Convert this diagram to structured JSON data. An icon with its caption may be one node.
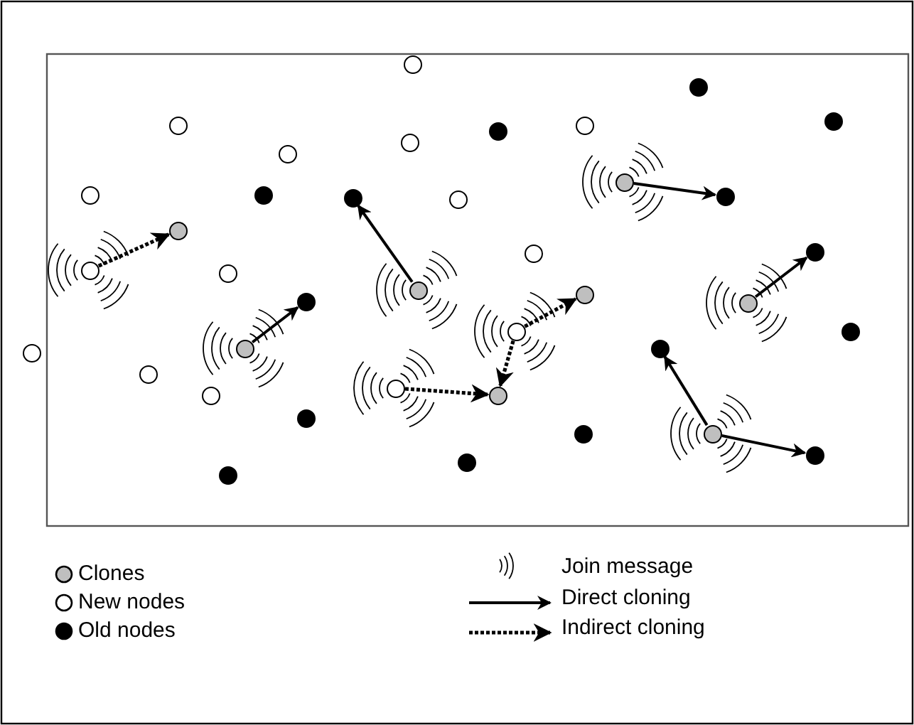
{
  "diagram": {
    "nodes": [
      {
        "text": [],
        "shape": "circle"
      },
      {
        "text": [],
        "shape": "circle"
      },
      {
        "text": [],
        "shape": "circle"
      },
      {
        "text": [],
        "shape": "circle"
      },
      {
        "text": [],
        "shape": "circle"
      },
      {
        "text": [],
        "shape": "circle"
      },
      {
        "text": [],
        "shape": "circle"
      },
      {
        "text": [],
        "shape": "circle"
      },
      {
        "text": [],
        "shape": "circle"
      },
      {
        "text": [],
        "shape": "circle"
      },
      {
        "text": [],
        "shape": "circle"
      },
      {
        "text": [],
        "shape": "circle"
      },
      {
        "text": [],
        "shape": "circle"
      },
      {
        "text": [],
        "shape": "circle"
      },
      {
        "text": [],
        "shape": "circle"
      },
      {
        "text": [],
        "shape": "circle"
      },
      {
        "text": [],
        "shape": "circle"
      },
      {
        "text": [],
        "shape": "circle"
      },
      {
        "text": [],
        "shape": "circle"
      },
      {
        "text": [],
        "shape": "circle"
      },
      {
        "text": [],
        "shape": "circle"
      },
      {
        "text": [],
        "shape": "circle"
      },
      {
        "text": [],
        "shape": "circle"
      },
      {
        "text": [],
        "shape": "circle"
      },
      {
        "text": [],
        "shape": "circle"
      },
      {
        "text": [],
        "shape": "circle"
      },
      {
        "text": [],
        "shape": "circle"
      },
      {
        "text": [],
        "shape": "circle"
      },
      {
        "text": [],
        "shape": "circle"
      },
      {
        "text": [],
        "shape": "circle"
      },
      {
        "text": [],
        "shape": "circle"
      },
      {
        "text": [],
        "shape": "circle"
      },
      {
        "text": [],
        "shape": "circle"
      },
      {
        "text": [],
        "shape": "circle"
      },
      {
        "text": [],
        "shape": "circle"
      },
      {
        "text": [],
        "shape": "circle"
      },
      {
        "text": [],
        "shape": "circle"
      },
      {
        "text": [],
        "shape": "circle"
      }
    ],
    "edges": [
      {
        "from": 8,
        "to": 11,
        "arrow": "to"
      },
      {
        "from": 17,
        "to": 14,
        "arrow": "to",
        "style": "dashed"
      },
      {
        "from": 19,
        "to": 12,
        "arrow": "to"
      },
      {
        "from": 22,
        "to": 15,
        "arrow": "to"
      },
      {
        "from": 23,
        "to": 20,
        "arrow": "to",
        "style": "dashed"
      },
      {
        "from": 23,
        "to": 31,
        "arrow": "to",
        "style": "dashed"
      },
      {
        "from": 25,
        "to": 21,
        "arrow": "to"
      },
      {
        "from": 29,
        "to": 31,
        "arrow": "to",
        "style": "dashed"
      },
      {
        "from": 34,
        "to": 26,
        "arrow": "to"
      },
      {
        "from": 34,
        "to": 35,
        "arrow": "to"
      }
    ],
    "legend": [
      {
        "text": "Clones"
      },
      {
        "text": "New nodes"
      },
      {
        "text": "Old nodes"
      },
      {
        "text": "Join message"
      },
      {
        "text": "Direct cloning"
      },
      {
        "text": "Indirect cloning"
      }
    ]
  }
}
